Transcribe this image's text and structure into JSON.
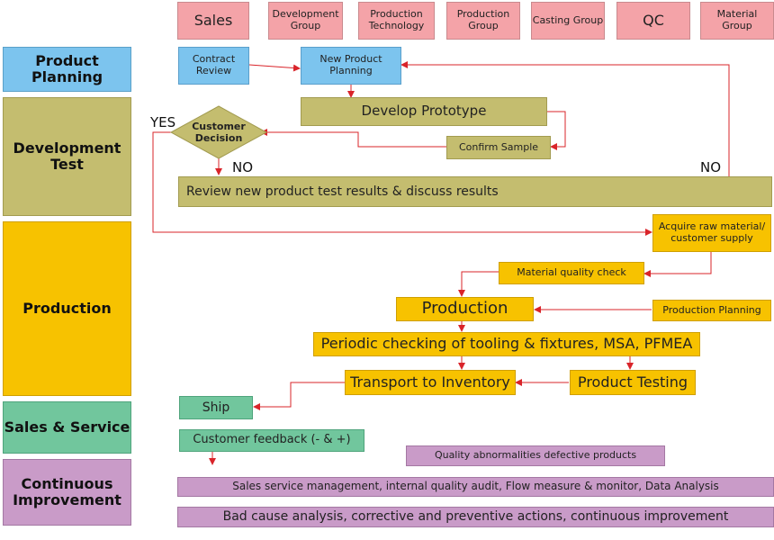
{
  "departments": [
    "Sales",
    "Development Group",
    "Production Technology",
    "Production Group",
    "Casting Group",
    "QC",
    "Material Group"
  ],
  "stages": {
    "product_planning": "Product Planning",
    "development_test": "Development Test",
    "production": "Production",
    "sales_service": "Sales & Service",
    "continuous_improvement": "Continuous Improvement"
  },
  "steps": {
    "contract_review": "Contract Review",
    "new_product_planning": "New Product Planning",
    "develop_prototype": "Develop Prototype",
    "customer_decision": "Customer Decision",
    "confirm_sample": "Confirm Sample",
    "review_results": "Review new product test results & discuss results",
    "acquire_raw_material": "Acquire raw material/ customer supply",
    "material_quality_check": "Material quality check",
    "production": "Production",
    "production_planning": "Production Planning",
    "periodic_checking": "Periodic checking of tooling & fixtures, MSA, PFMEA",
    "transport_to_inventory": "Transport to Inventory",
    "product_testing": "Product Testing",
    "ship": "Ship",
    "customer_feedback": "Customer feedback (- & +)",
    "quality_abnormalities": "Quality abnormalities defective products",
    "sales_service_management": "Sales service management, internal quality audit, Flow measure & monitor, Data Analysis",
    "bad_cause_analysis": "Bad cause analysis, corrective and preventive actions, continuous improvement"
  },
  "labels": {
    "yes": "YES",
    "no_left": "NO",
    "no_right": "NO"
  },
  "colors": {
    "department": "#f4a3a8",
    "planning": "#7cc4ee",
    "development": "#c4bd6f",
    "production": "#f7c200",
    "sales_service": "#71c69d",
    "improvement": "#c99bc8",
    "arrow": "#d9242a"
  }
}
